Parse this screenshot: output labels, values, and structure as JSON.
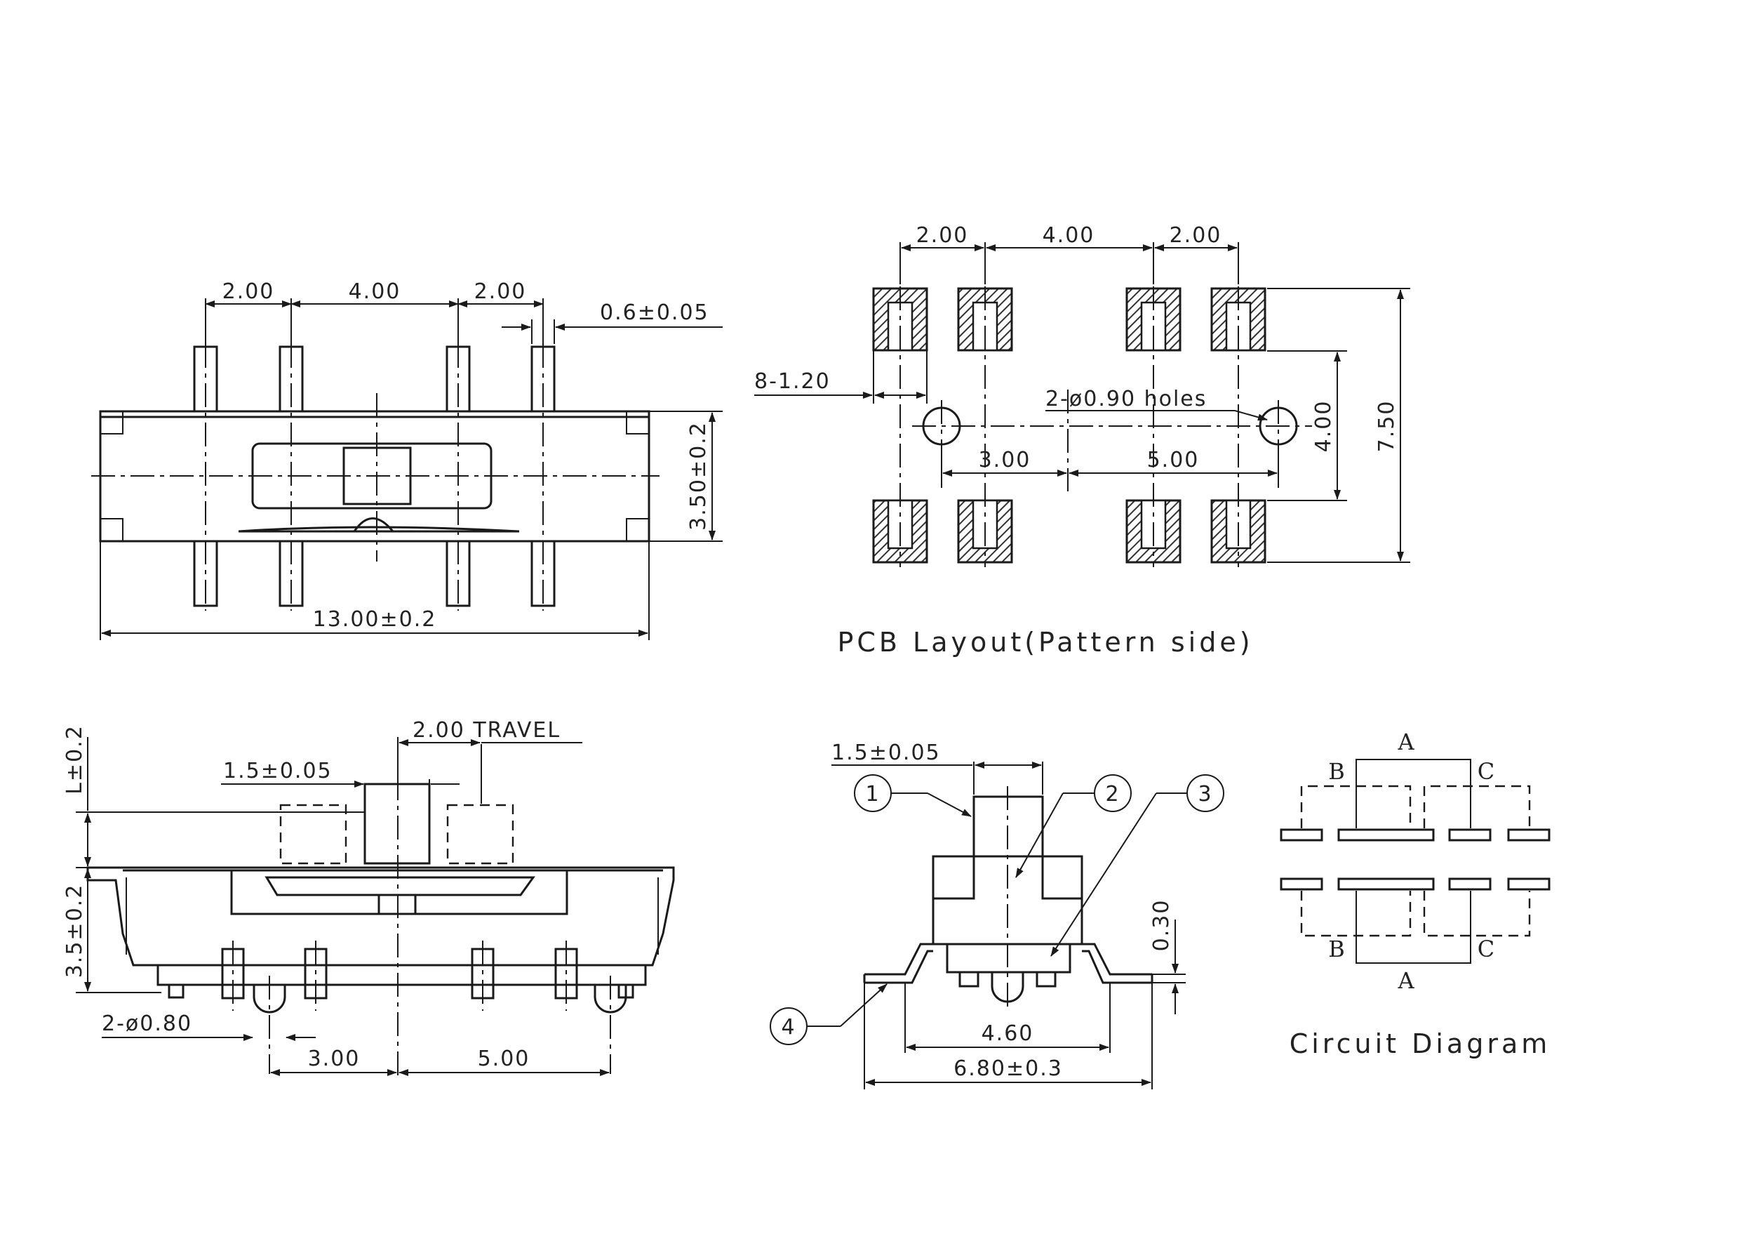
{
  "top_view": {
    "pitch_left": "2.00",
    "pitch_mid": "4.00",
    "pitch_right": "2.00",
    "pin_width": "0.6±0.05",
    "height": "3.50±0.2",
    "length": "13.00±0.2"
  },
  "pcb_layout": {
    "pitch_left": "2.00",
    "pitch_mid": "4.00",
    "pitch_right": "2.00",
    "pad_size": "8-1.20",
    "holes": "2-ø0.90  holes",
    "row_pitch": "4.00",
    "overall": "7.50",
    "hole_left": "3.00",
    "hole_right": "5.00",
    "caption": "PCB  Layout(Pattern  side)"
  },
  "side_view": {
    "travel": "2.00  TRAVEL",
    "actuator": "1.5±0.05",
    "lever_height": "L±0.2",
    "body_height": "3.5±0.2",
    "posts": "2-ø0.80",
    "post_left": "3.00",
    "post_right": "5.00"
  },
  "end_view": {
    "actuator": "1.5±0.05",
    "callouts": [
      "1",
      "2",
      "3",
      "4"
    ],
    "standoff": "0.30",
    "inner": "4.60",
    "overall": "6.80±0.3"
  },
  "circuit": {
    "label_a_top": "A",
    "label_b_top": "B",
    "label_c_top": "C",
    "label_b_bottom": "B",
    "label_c_bottom": "C",
    "label_a_bottom": "A",
    "caption": "Circuit  Diagram"
  }
}
